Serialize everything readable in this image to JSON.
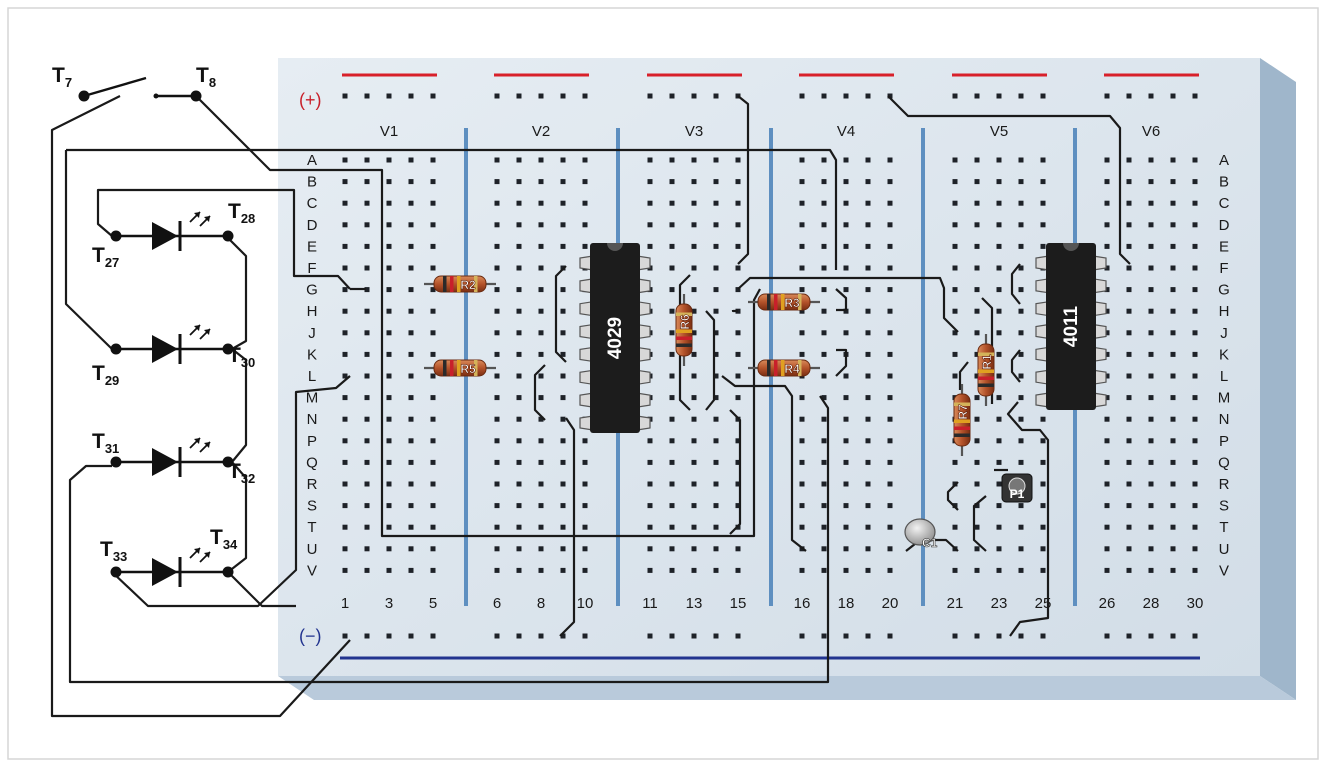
{
  "colors": {
    "board": "#dde6ee",
    "board_edge": "#9fb6cb",
    "red_rail": "#d8202a",
    "blue_rail": "#22348f",
    "divider": "#5e8fc0",
    "chip": "#1c1c1c",
    "resistor": "#b4532a"
  },
  "rails": {
    "plus": "(+)",
    "minus": "(−)"
  },
  "groups": [
    "V1",
    "V2",
    "V3",
    "V4",
    "V5",
    "V6"
  ],
  "rows": [
    "A",
    "B",
    "C",
    "D",
    "E",
    "F",
    "G",
    "H",
    "J",
    "K",
    "L",
    "M",
    "N",
    "P",
    "Q",
    "R",
    "S",
    "T",
    "U",
    "V"
  ],
  "column_numbers": [
    {
      "label": "1",
      "col": 1
    },
    {
      "label": "3",
      "col": 3
    },
    {
      "label": "5",
      "col": 5
    },
    {
      "label": "6",
      "col": 6
    },
    {
      "label": "8",
      "col": 8
    },
    {
      "label": "10",
      "col": 10
    },
    {
      "label": "11",
      "col": 11
    },
    {
      "label": "13",
      "col": 13
    },
    {
      "label": "15",
      "col": 15
    },
    {
      "label": "16",
      "col": 16
    },
    {
      "label": "18",
      "col": 18
    },
    {
      "label": "20",
      "col": 20
    },
    {
      "label": "21",
      "col": 21
    },
    {
      "label": "23",
      "col": 23
    },
    {
      "label": "25",
      "col": 25
    },
    {
      "label": "26",
      "col": 26
    },
    {
      "label": "28",
      "col": 28
    },
    {
      "label": "30",
      "col": 30
    }
  ],
  "chips": [
    {
      "label": "4029",
      "name": "ic-4029"
    },
    {
      "label": "4011",
      "name": "ic-4011"
    }
  ],
  "resistors": [
    {
      "label": "R2",
      "name": "resistor-r2"
    },
    {
      "label": "R5",
      "name": "resistor-r5"
    },
    {
      "label": "R6",
      "name": "resistor-r6"
    },
    {
      "label": "R3",
      "name": "resistor-r3"
    },
    {
      "label": "R4",
      "name": "resistor-r4"
    },
    {
      "label": "R7",
      "name": "resistor-r7"
    },
    {
      "label": "R1",
      "name": "resistor-r1"
    }
  ],
  "capacitor": "C1",
  "potentiometer": "P1",
  "terminals": [
    {
      "main": "T",
      "sub": "7",
      "name": "terminal-t7"
    },
    {
      "main": "T",
      "sub": "8",
      "name": "terminal-t8"
    },
    {
      "main": "T",
      "sub": "27",
      "name": "terminal-t27"
    },
    {
      "main": "T",
      "sub": "28",
      "name": "terminal-t28"
    },
    {
      "main": "T",
      "sub": "29",
      "name": "terminal-t29"
    },
    {
      "main": "T",
      "sub": "30",
      "name": "terminal-t30"
    },
    {
      "main": "T",
      "sub": "31",
      "name": "terminal-t31"
    },
    {
      "main": "T",
      "sub": "32",
      "name": "terminal-t32"
    },
    {
      "main": "T",
      "sub": "33",
      "name": "terminal-t33"
    },
    {
      "main": "T",
      "sub": "34",
      "name": "terminal-t34"
    }
  ]
}
